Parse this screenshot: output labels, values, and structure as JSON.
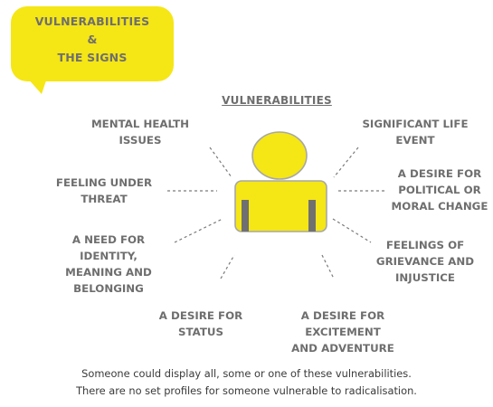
{
  "callout": {
    "line1": "VULNERABILITIES",
    "line2": "&",
    "line3": "THE SIGNS",
    "color": "#f5e616"
  },
  "heading": "VULNERABILITIES",
  "figure_color": "#f5e616",
  "labels": {
    "mental_health": [
      "MENTAL HEALTH",
      "ISSUES"
    ],
    "life_event": [
      "SIGNIFICANT LIFE",
      "EVENT"
    ],
    "feeling_threat": [
      "FEELING UNDER",
      "THREAT"
    ],
    "political_change": [
      "A DESIRE FOR",
      "POLITICAL OR",
      "MORAL CHANGE"
    ],
    "identity": [
      "A NEED FOR",
      "IDENTITY,",
      "MEANING AND",
      "BELONGING"
    ],
    "grievance": [
      "FEELINGS OF",
      "GRIEVANCE AND",
      "INJUSTICE"
    ],
    "status": [
      "A DESIRE FOR",
      "STATUS"
    ],
    "excitement": [
      "A DESIRE FOR",
      "EXCITEMENT",
      "AND ADVENTURE"
    ]
  },
  "footer": {
    "line1": "Someone could display all, some or one of these vulnerabilities.",
    "line2": "There are no set profiles for someone vulnerable to radicalisation."
  }
}
